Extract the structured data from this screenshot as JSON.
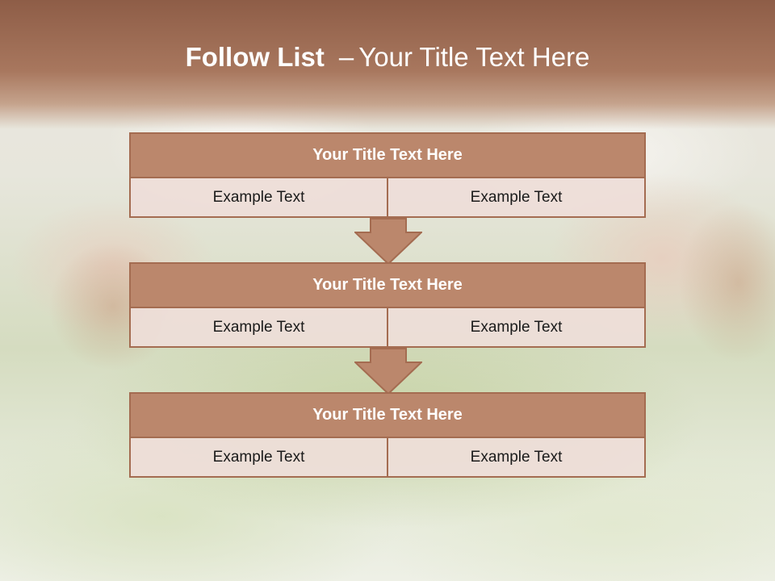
{
  "slide": {
    "title_bold": "Follow List",
    "title_dash": "–",
    "title_rest": "Your Title Text Here"
  },
  "blocks": [
    {
      "title": "Your Title Text Here",
      "left": "Example Text",
      "right": "Example Text"
    },
    {
      "title": "Your Title Text Here",
      "left": "Example Text",
      "right": "Example Text"
    },
    {
      "title": "Your Title Text Here",
      "left": "Example Text",
      "right": "Example Text"
    }
  ],
  "colors": {
    "header": "#a8775e",
    "block_title": "#bb876c",
    "block_border": "#a46c51",
    "cell": "#eeded8"
  },
  "icons": [
    "arrow-down-icon"
  ]
}
